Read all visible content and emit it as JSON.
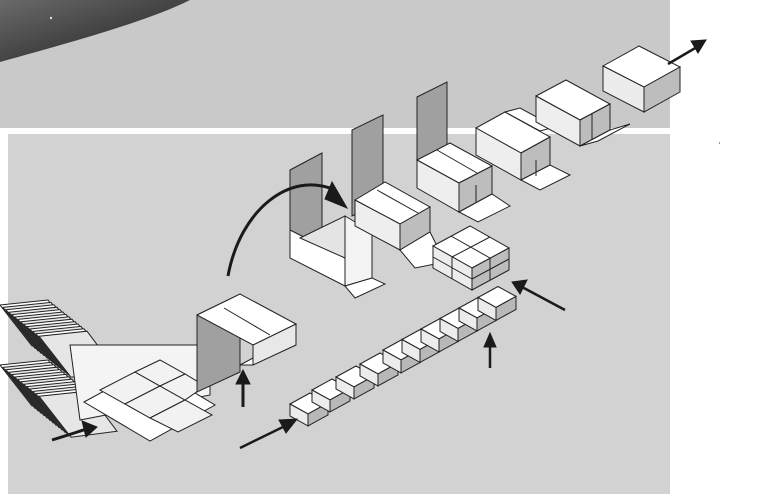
{
  "figure": {
    "stages": [
      "carton-blank-stack",
      "blank-feed",
      "flat-blank",
      "erecting",
      "folding-transfer",
      "partly-folded-carton",
      "carton-loading",
      "loaded-carton",
      "flap-closing",
      "sealed-carton",
      "product-infeed",
      "product-grouping",
      "product-stack",
      "outfeed"
    ],
    "colors": {
      "background_top": "#c9c9c9",
      "background_main": "#d2d2d3",
      "border": "#ffffff",
      "box_face_top": "#ffffff",
      "box_face_left": "#ececec",
      "box_face_right": "#b8b8b8",
      "panel_gray": "#9a9a9a",
      "line": "#222222",
      "arrow": "#1a1a1a"
    }
  }
}
